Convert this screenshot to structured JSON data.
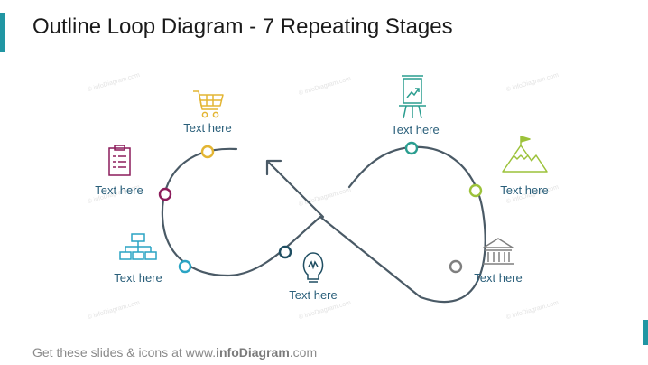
{
  "title": "Outline Loop Diagram - 7 Repeating Stages",
  "footer": {
    "prefix": "Get these slides & icons at www.",
    "brand": "infoDiagram",
    "suffix": ".com"
  },
  "watermark": "© infoDiagram.com",
  "stages": [
    {
      "id": "stage-shopping",
      "label": "Text here",
      "icon": "shopping-cart-icon",
      "color": "#e3b533"
    },
    {
      "id": "stage-clipboard",
      "label": "Text here",
      "icon": "clipboard-icon",
      "color": "#8c1c5b"
    },
    {
      "id": "stage-hierarchy",
      "label": "Text here",
      "icon": "org-chart-icon",
      "color": "#2aa4c4"
    },
    {
      "id": "stage-idea",
      "label": "Text here",
      "icon": "lightbulb-icon",
      "color": "#1f4e62"
    },
    {
      "id": "stage-presentation",
      "label": "Text here",
      "icon": "presentation-board-icon",
      "color": "#2a9d8f"
    },
    {
      "id": "stage-goal",
      "label": "Text here",
      "icon": "mountain-flag-icon",
      "color": "#9cc23a"
    },
    {
      "id": "stage-institution",
      "label": "Text here",
      "icon": "bank-icon",
      "color": "#7f7f7f"
    }
  ],
  "colors": {
    "path": "#4a5a66",
    "label": "#2a5f7a",
    "accent": "#2196a3"
  }
}
